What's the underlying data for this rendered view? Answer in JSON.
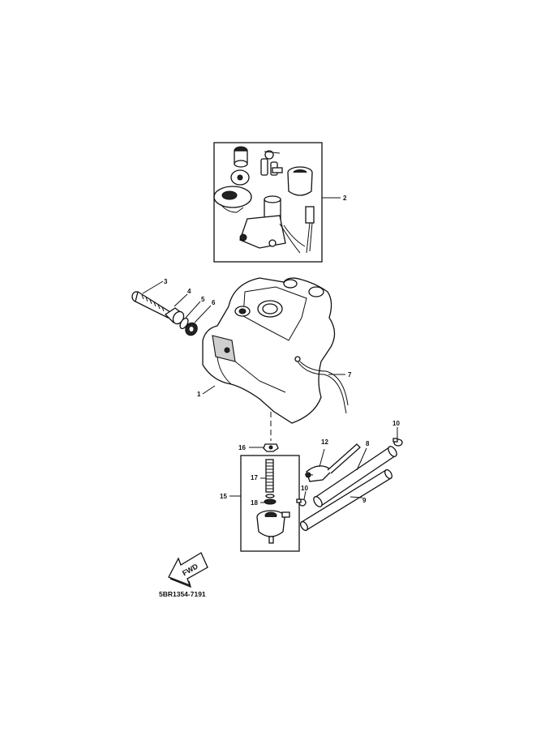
{
  "diagram": {
    "drawing_code": "5BR1354-7191",
    "fwd_label": "FWD",
    "callouts": {
      "c1": "1",
      "c2": "2",
      "c3": "3",
      "c4": "4",
      "c5": "5",
      "c6": "6",
      "c7": "7",
      "c8": "8",
      "c9": "9",
      "c10a": "10",
      "c10b": "10",
      "c12": "12",
      "c15": "15",
      "c16": "16",
      "c17": "17",
      "c18": "18"
    }
  }
}
